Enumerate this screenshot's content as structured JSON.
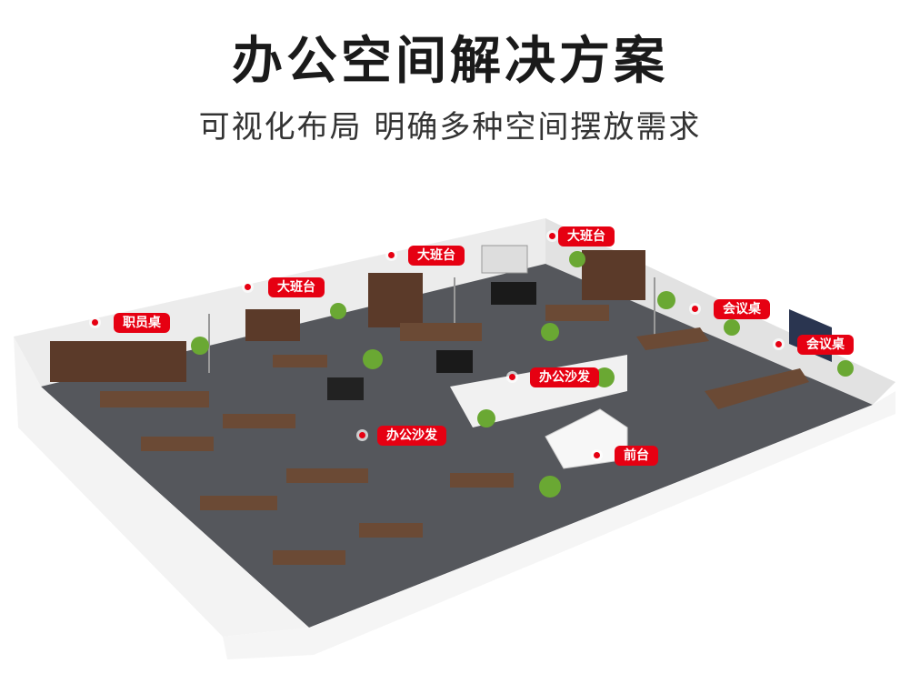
{
  "header": {
    "title": "办公空间解决方案",
    "subtitle": "可视化布局 明确多种空间摆放需求"
  },
  "labels": {
    "staff_desk": "职员桌",
    "executive_desk_1": "大班台",
    "executive_desk_2": "大班台",
    "executive_desk_3": "大班台",
    "conference_table_1": "会议桌",
    "conference_table_2": "会议桌",
    "office_sofa_1": "办公沙发",
    "office_sofa_2": "办公沙发",
    "reception": "前台"
  },
  "colors": {
    "accent": "#e60012",
    "floor": "#55575c",
    "wood": "#5b3a29"
  }
}
